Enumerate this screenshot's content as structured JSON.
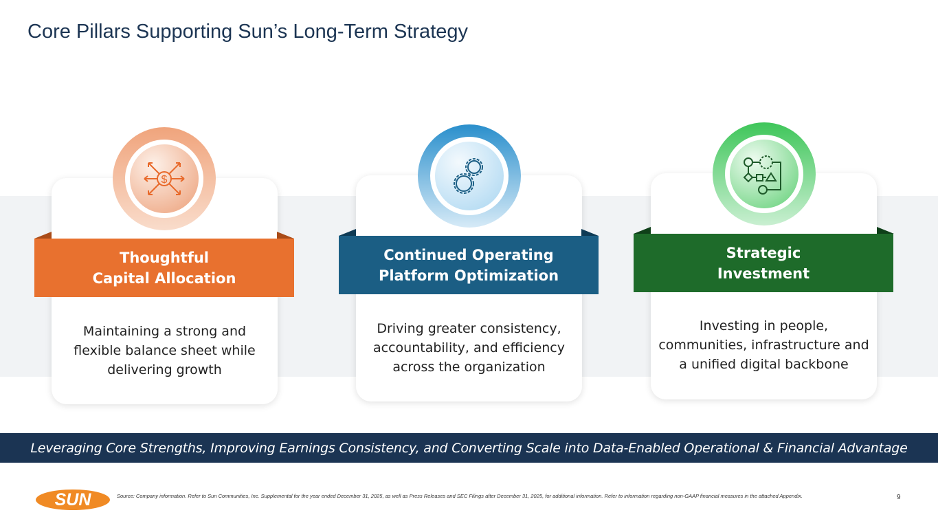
{
  "title": "Core Pillars Supporting Sun’s Long-Term Strategy",
  "pillars": [
    {
      "title_line1": "Thoughtful",
      "title_line2": "Capital Allocation",
      "description": "Maintaining a strong and flexible balance sheet while delivering growth",
      "icon": "dollar-arrows-icon",
      "color": "#e8712f"
    },
    {
      "title_line1": "Continued Operating",
      "title_line2": "Platform Optimization",
      "description": "Driving greater consistency, accountability, and efficiency across the organization",
      "icon": "gears-icon",
      "color": "#1b5e84"
    },
    {
      "title_line1": "Strategic",
      "title_line2": "Investment",
      "description": "Investing in people, communities, infrastructure and a unified digital backbone",
      "icon": "process-flow-icon",
      "color": "#1e6b2a"
    }
  ],
  "banner": "Leveraging Core Strengths, Improving Earnings Consistency, and Converting Scale into Data-Enabled Operational & Financial Advantage",
  "footer": {
    "logo": "SUN",
    "source": "Source: Company information. Refer to Sun Communities, Inc. Supplemental for the year ended December 31, 2025, as well as Press Releases and SEC Filings after December 31, 2025, for additional information. Refer to information regarding non-GAAP financial measures in the attached Appendix.",
    "page_number": "9"
  }
}
